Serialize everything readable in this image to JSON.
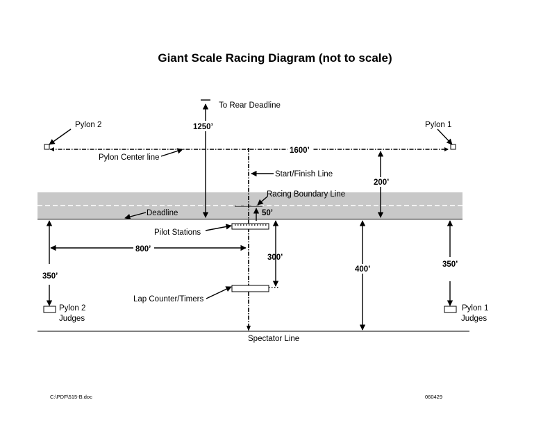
{
  "title": "Giant Scale Racing Diagram (not to scale)",
  "labels": {
    "to_rear_deadline": "To Rear Deadline",
    "pylon2": "Pylon 2",
    "pylon1": "Pylon 1",
    "pylon_center_line": "Pylon Center line",
    "start_finish_line": "Start/Finish Line",
    "racing_boundary_line": "Racing Boundary Line",
    "deadline": "Deadline",
    "pilot_stations": "Pilot Stations",
    "lap_counter_timers": "Lap Counter/Timers",
    "pylon2_judges_line1": "Pylon 2",
    "pylon2_judges_line2": "Judges",
    "pylon1_judges_line1": "Pylon 1",
    "pylon1_judges_line2": "Judges",
    "spectator_line": "Spectator Line"
  },
  "dimensions": {
    "d1250": "1250’",
    "d1600": "1600’",
    "d200": "200’",
    "d50": "50’",
    "d800": "800’",
    "d300": "300’",
    "d400": "400’",
    "d350_left": "350’",
    "d350_right": "350’"
  },
  "footer": {
    "file_path": "C:\\PDF\\515-B.doc",
    "doc_number": "060429"
  },
  "colors": {
    "boundary_band": "#c8c8c8",
    "ink": "#000000"
  }
}
